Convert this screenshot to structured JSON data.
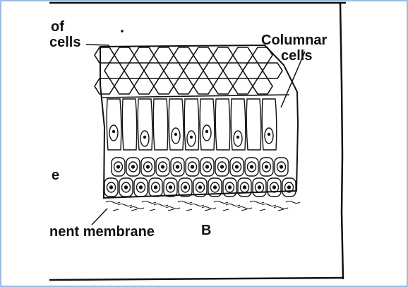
{
  "labels": {
    "layer_of": "of",
    "flat_cells": "cells",
    "columnar": "Columnar",
    "columnar_cells": "cells",
    "left_mid": "e",
    "membrane": "nent  membrane",
    "panel": "B"
  },
  "colors": {
    "ink": "#111111",
    "frame_edge": "#7aa6d6",
    "paper": "#ffffff"
  }
}
